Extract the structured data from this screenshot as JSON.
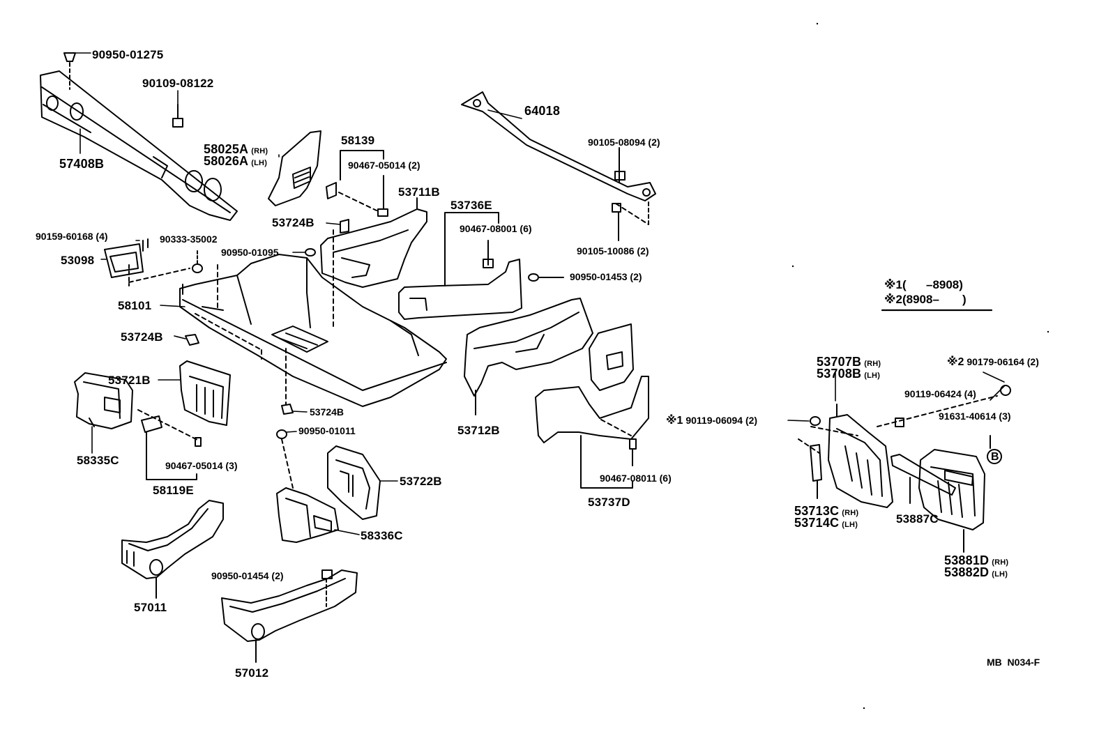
{
  "parts": {
    "p_90950_01275": "90950-01275",
    "p_90109_08122": "90109-08122",
    "p_57408B": "57408B",
    "p_58025A": "58025A",
    "p_58026A": "58026A",
    "rh": "(RH)",
    "lh": "(LH)",
    "p_58139": "58139",
    "p_90467_05014_2": "90467-05014 (2)",
    "p_53711B": "53711B",
    "p_53736E": "53736E",
    "p_90467_08001_6": "90467-08001 (6)",
    "p_64018": "64018",
    "p_90105_08094_2": "90105-08094 (2)",
    "p_90105_10086_2": "90105-10086 (2)",
    "p_90950_01453_2": "90950-01453 (2)",
    "p_53724B_top": "53724B",
    "p_90159_60168_4": "90159-60168 (4)",
    "p_90333_35002": "90333-35002",
    "p_90950_01095": "90950-01095",
    "p_53098": "53098",
    "p_58101": "58101",
    "p_53724B_left": "53724B",
    "p_53724B_mid": "53724B",
    "p_53721B": "53721B",
    "p_58335C": "58335C",
    "p_90467_05014_3": "90467-05014 (3)",
    "p_58119E": "58119E",
    "p_90950_01011": "90950-01011",
    "p_53722B": "53722B",
    "p_58336C": "58336C",
    "p_53712B": "53712B",
    "p_90467_08011_6": "90467-08011 (6)",
    "p_53737D": "53737D",
    "p_57011": "57011",
    "p_90950_01454_2": "90950-01454 (2)",
    "p_57012": "57012",
    "p_53707B": "53707B",
    "p_53708B": "53708B",
    "p_90179_06164_2": "90179-06164 (2)",
    "p_90119_06424_4": "90119-06424 (4)",
    "p_90119_06094_2": "90119-06094 (2)",
    "p_91631_40614_3": "91631-40614 (3)",
    "p_53713C": "53713C",
    "p_53714C": "53714C",
    "p_53887C": "53887C",
    "p_53881D": "53881D",
    "p_53882D": "53882D"
  },
  "notes": {
    "mark1": "※1",
    "mark2": "※2",
    "range1": "(      –8908)",
    "range2": "(8908–       )",
    "ref_b": "B"
  },
  "footer": {
    "code": "MB  N034-F"
  }
}
